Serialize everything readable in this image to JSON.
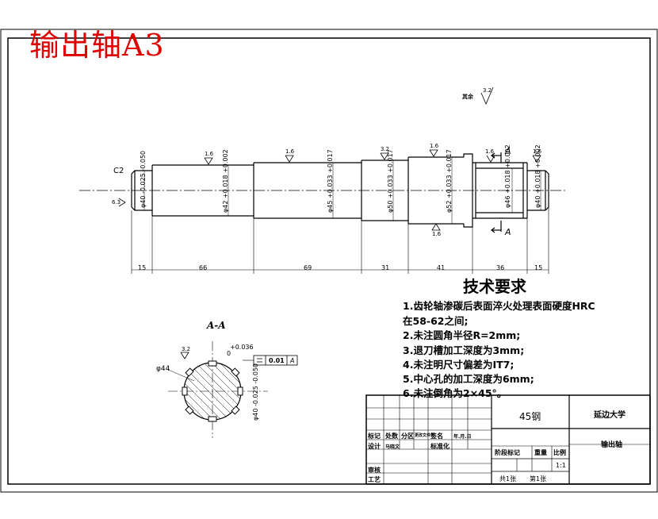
{
  "title": "输出轴A3",
  "surface_finish_rest": "其余",
  "roughness_values": [
    "3.2",
    "1.6",
    "1.6",
    "3.2",
    "6.3",
    "1.6",
    "1.6",
    "1.6",
    "1.6",
    "3.2"
  ],
  "chamfer_label": "C2",
  "section_mark": "A",
  "section_title": "A-A",
  "diameter_labels": [
    "φ40 -0.025 -0.050",
    "φ42 +0.018 +0.002",
    "φ45 +0.033 +0.017",
    "φ50 +0.033 +0.017",
    "φ52 +0.033 +0.017",
    "φ46 +0.018 +0.002",
    "φ40 +0.018 +0.002"
  ],
  "length_dims": [
    "15",
    "66",
    "69",
    "31",
    "41",
    "36",
    "15"
  ],
  "section": {
    "diameter": "φ44",
    "spline_dia": "φ40 -0.025 -0.050",
    "tolerance_dev": "+0.036",
    "tolerance_dev2": "0",
    "tolerance_frame_value": "0.01",
    "tolerance_frame_datum": "A",
    "roughness": "3.2"
  },
  "tech_requirements": {
    "title": "技术要求",
    "items": [
      "1.齿轮轴渗碳后表面淬火处理表面硬度HRC",
      "在58-62之间;",
      "2.未注圆角半径R=2mm;",
      "3.退刀槽加工深度为3mm;",
      "4.未注明尺寸偏差为IT7;",
      "5.中心孔的加工深度为6mm;",
      "6.未注倒角为2×45°。"
    ]
  },
  "title_block": {
    "material": "45钢",
    "school": "延边大学",
    "part_name": "输出轴",
    "mark_row_label": "标记",
    "count_label": "处数",
    "partition_label": "分区",
    "change_doc_label": "更改文件号",
    "sign_label": "签名",
    "date_label": "年.月.日",
    "design_label": "设计",
    "std_label": "标准化",
    "review_label": "审核",
    "process_label": "工艺",
    "stage_label": "阶段标记",
    "weight_label": "重量",
    "scale_label": "比例",
    "scale_value": "1:1",
    "sheet_total": "共1张",
    "sheet_no": "第1张",
    "designer": "马晓文"
  }
}
